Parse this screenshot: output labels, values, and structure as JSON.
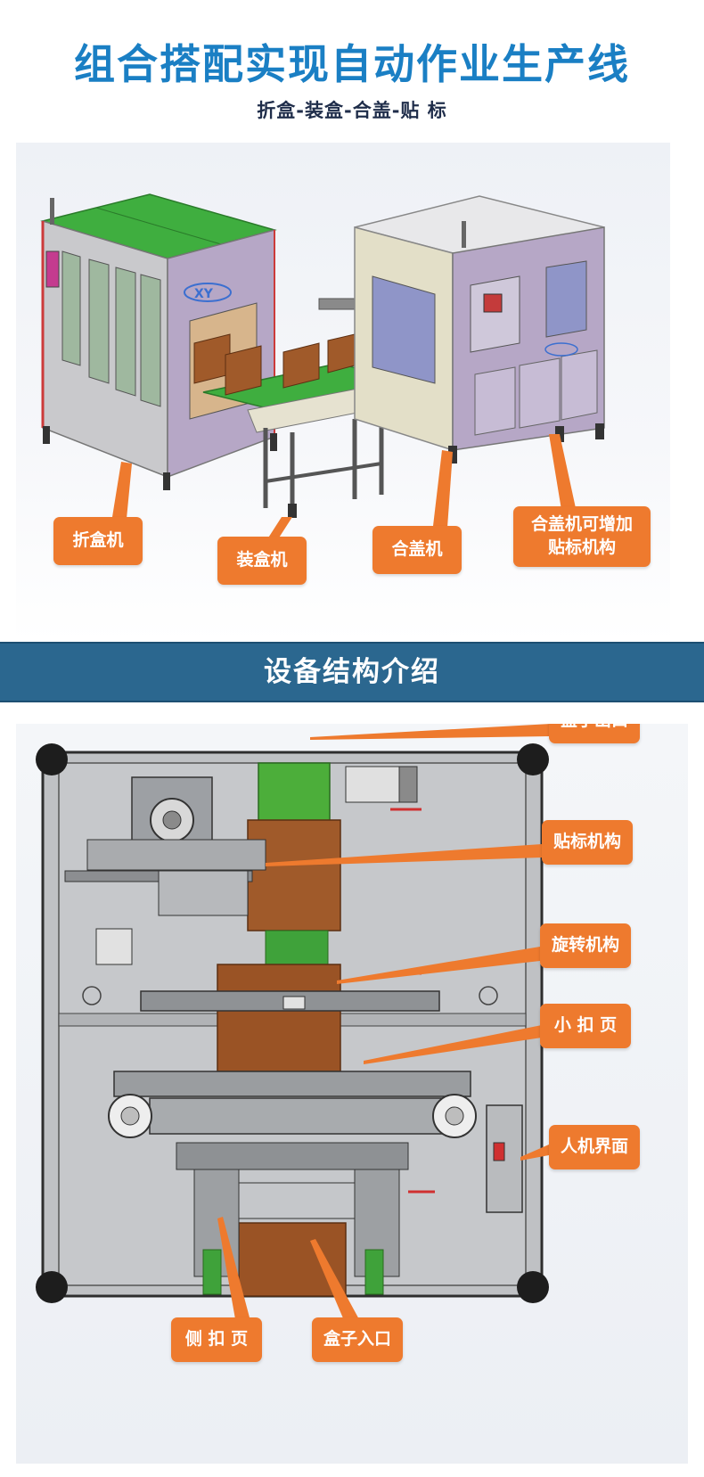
{
  "header": {
    "title": "组合搭配实现自动作业生产线",
    "subtitle": "折盒-装盒-合盖-贴 标"
  },
  "hero_labels": {
    "fold_machine": "折盒机",
    "pack_machine": "装盒机",
    "lid_machine": "合盖机",
    "lid_label_line1": "合盖机可增加",
    "lid_label_line2": "贴标机构"
  },
  "section": {
    "title": "设备结构介绍"
  },
  "structure_labels": {
    "box_exit": "盒子出口",
    "label_mechanism": "贴标机构",
    "rotate_mechanism": "旋转机构",
    "small_tab": "小 扣 页",
    "hmi": "人机界面",
    "side_tab": "侧 扣 页",
    "box_entry": "盒子入口"
  },
  "logo_text": "XY",
  "colors": {
    "title_blue": "#1a7fc4",
    "banner_blue": "#2b678f",
    "callout_orange": "#ee7a2e",
    "panel_purple": "#b6a7c6",
    "cover_green": "#3fae3f",
    "box_brown": "#a05a2a"
  }
}
